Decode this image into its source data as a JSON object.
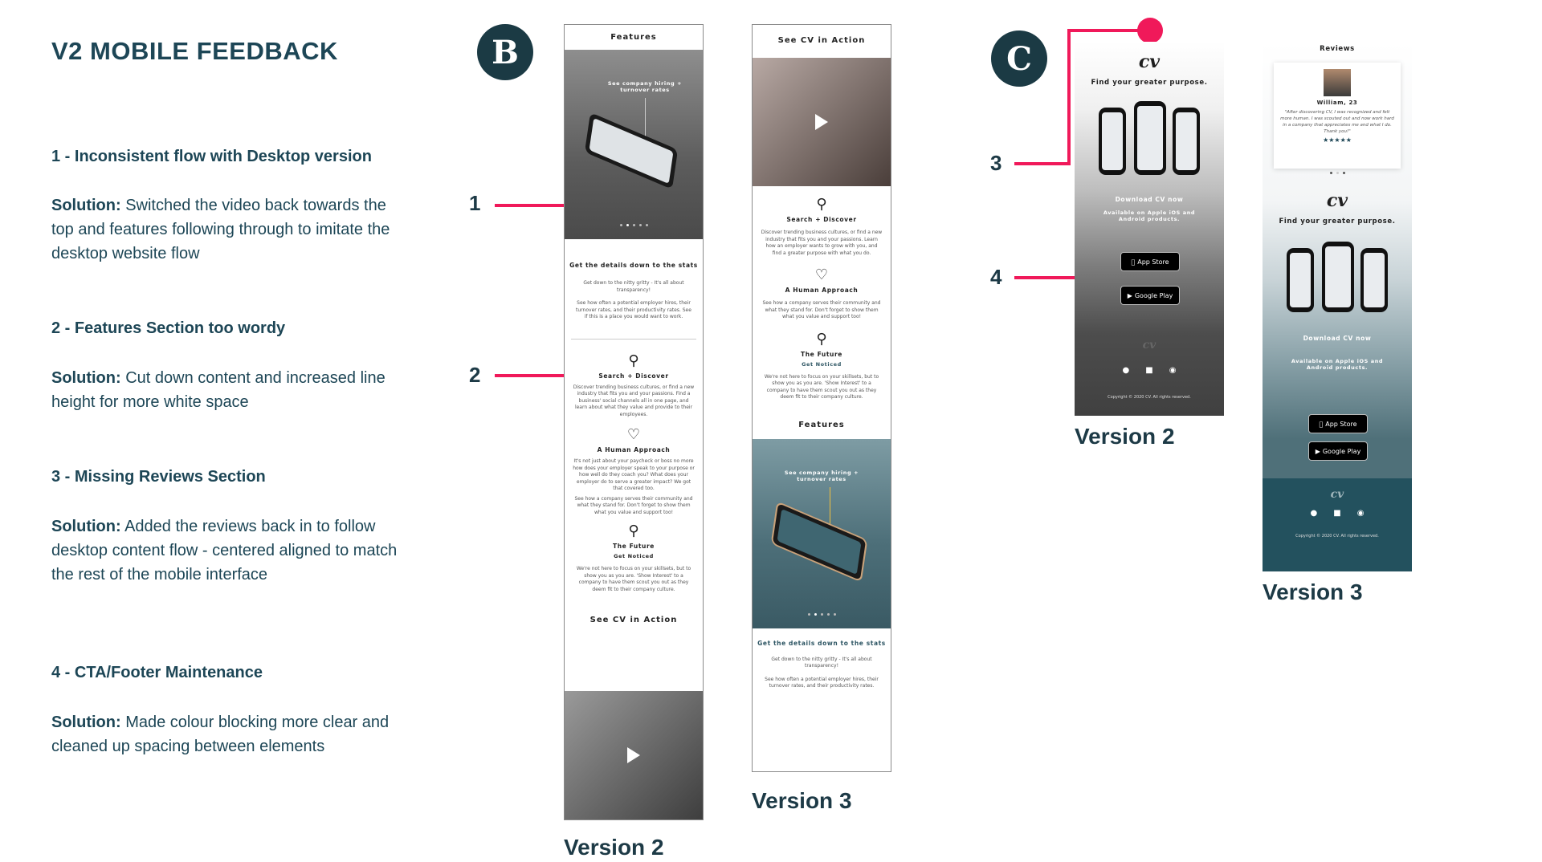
{
  "page": {
    "title": "V2 MOBILE FEEDBACK"
  },
  "feedback": [
    {
      "heading": "1 - Inconsistent flow with Desktop version",
      "solution_label": "Solution:",
      "solution": " Switched the video back towards the top and features following through to imitate the desktop website flow"
    },
    {
      "heading": "2 - Features Section too wordy",
      "solution_label": "Solution:",
      "solution": " Cut down content and increased line height for more white space"
    },
    {
      "heading": "3 - Missing Reviews Section",
      "solution_label": "Solution:",
      "solution": " Added the reviews back in to follow desktop content flow - centered aligned to match the rest of the mobile interface"
    },
    {
      "heading": "4 - CTA/Footer Maintenance",
      "solution_label": "Solution:",
      "solution": " Made colour blocking more clear and cleaned up spacing between elements"
    }
  ],
  "badges": {
    "b": "B",
    "c": "C"
  },
  "markers": {
    "m1": "1",
    "m2": "2",
    "m3": "3",
    "m4": "4"
  },
  "versions": {
    "b_v2": "Version 2",
    "b_v3": "Version 3",
    "c_v2": "Version 2",
    "c_v3": "Version 3"
  },
  "colors": {
    "accent": "#f0195a",
    "primary": "#1d4656",
    "badge": "#1b3a44"
  },
  "mock_b_v2": {
    "features": "Features",
    "hero_caption": "See company hiring + turnover rates",
    "stats_title": "Get the details down to the stats",
    "stats_p1": "Get down to the nitty gritty - It's all about transparency!",
    "stats_p2": "See how often a potential employer hires, their turnover rates, and their productivity rates. See if this is a place you would want to work.",
    "f1_title": "Search + Discover",
    "f1_text": "Discover trending business cultures, or find a new industry that fits you and your passions. Find a business' social channels all in one page, and learn about what they value and provide to their employees.",
    "f2_title": "A Human Approach",
    "f2_text": "It's not just about your paycheck or boss no more how does your employer speak to your purpose or how well do they coach you? What does your employer do to serve a greater impact? We got that covered too.",
    "f2_text2": "See how a company serves their community and what they stand for. Don't forget to show them what you value and support too!",
    "f3_title": "The Future",
    "f3_sub": "Get Noticed",
    "f3_text": "We're not here to focus on your skillsets, but to show you as you are. 'Show Interest' to a company to have them scout you out as they deem fit to their company culture.",
    "action": "See CV in Action"
  },
  "mock_b_v3": {
    "action": "See CV in Action",
    "f1_title": "Search + Discover",
    "f1_text": "Discover trending business cultures, or find a new industry that fits you and your passions. Learn how an employer wants to grow with you, and find a greater purpose with what you do.",
    "f2_title": "A Human Approach",
    "f2_text": "See how a company serves their community and what they stand for. Don't forget to show them what you value and support too!",
    "f3_title": "The Future",
    "f3_sub": "Get Noticed",
    "f3_text": "We're not here to focus on your skillsets, but to show you as you are. 'Show Interest' to a company to have them scout you out as they deem fit to their company culture.",
    "features": "Features",
    "hero_caption": "See company hiring + turnover rates",
    "stats_title": "Get the details down to the stats",
    "stats_p1": "Get down to the nitty gritty - It's all about transparency!",
    "stats_p2": "See how often a potential employer hires, their turnover rates, and their productivity rates."
  },
  "mock_c_v2": {
    "logo": "cv",
    "tagline": "Find your greater purpose.",
    "download": "Download CV now",
    "available": "Available on Apple iOS and Android products.",
    "app_store": "App Store",
    "google_play": "Google Play",
    "copyright": "Copyright © 2020 CV. All rights reserved."
  },
  "mock_c_v3": {
    "reviews": "Reviews",
    "reviewer": "William, 23",
    "quote": "\"After discovering CV, I was recognized and felt more human. I was scouted out and now work hard in a company that appreciates me and what I do. Thank you!\"",
    "stars": "★★★★★",
    "logo": "cv",
    "tagline": "Find your greater purpose.",
    "download": "Download CV now",
    "available": "Available on Apple iOS and Android products.",
    "app_store": "App Store",
    "google_play": "Google Play",
    "copyright": "Copyright © 2020 CV. All rights reserved."
  }
}
